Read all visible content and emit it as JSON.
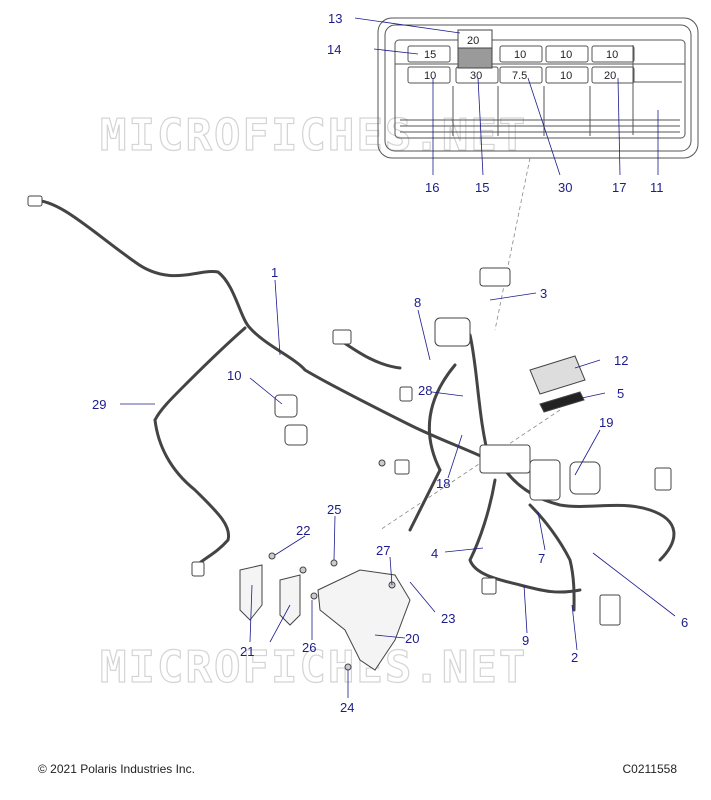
{
  "watermark": "MICROFICHES.NET",
  "fuse_box": {
    "top_row": [
      "15",
      "10",
      "10",
      "10"
    ],
    "bottom_row": [
      "10",
      "30",
      "7.5",
      "10",
      "20"
    ],
    "raised_fuse": "20"
  },
  "callouts": {
    "c1": "1",
    "c2": "2",
    "c3": "3",
    "c4": "4",
    "c5": "5",
    "c6": "6",
    "c7": "7",
    "c8": "8",
    "c9": "9",
    "c10": "10",
    "c11": "11",
    "c12": "12",
    "c13": "13",
    "c14": "14",
    "c15": "15",
    "c16": "16",
    "c17": "17",
    "c18": "18",
    "c19": "19",
    "c20": "20",
    "c21": "21",
    "c22": "22",
    "c23": "23",
    "c24": "24",
    "c25": "25",
    "c26": "26",
    "c27": "27",
    "c28": "28",
    "c29": "29",
    "c30": "30"
  },
  "footer": {
    "copyright": "© 2021 Polaris Industries Inc.",
    "figure_code": "C0211558"
  }
}
